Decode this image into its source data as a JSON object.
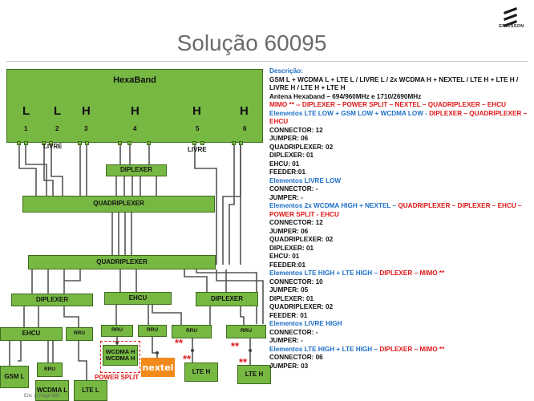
{
  "title": "Solução 60095",
  "logo": {
    "text": "ERICSSON",
    "icon": "ericsson-logo-icon"
  },
  "hexaband": {
    "name": "HexaBand",
    "bands": [
      {
        "letter": "L",
        "num": "1"
      },
      {
        "letter": "L",
        "num": "2"
      },
      {
        "letter": "H",
        "num": "3"
      },
      {
        "letter": "H",
        "num": "4"
      },
      {
        "letter": "H",
        "num": "5"
      },
      {
        "letter": "H",
        "num": "6"
      }
    ]
  },
  "labels": {
    "livre1": "LIVRE",
    "livre2": "LIVRE",
    "diplexer_top": "DIPLEXER",
    "quadriplexer_1": "QUADRIPLEXER",
    "quadriplexer_2": "QUADRIPLEXER",
    "diplexer_left": "DIPLEXER",
    "ehcu_center": "EHCU",
    "diplexer_right": "DIPLEXER",
    "ehcu_left": "EHCU",
    "rru_1": "RRU",
    "rru_2": "RRU",
    "rru_3": "RRU",
    "rru_4": "RRU",
    "rru_5": "RRU",
    "rru_6": "RRU",
    "gsm": "GSM L",
    "wcdma_l": "WCDMA L",
    "lte_l": "LTE L",
    "wcdma_h": "WCDMA H WCDMA H",
    "nextel": "nextel",
    "power_split": "POWER SPLIT",
    "lte_h_1": "LTE H",
    "lte_h_2": "LTE H",
    "stars": "**"
  },
  "description": {
    "heading": "Descrição:",
    "line1": "GSM L + WCDMA L + LTE L / LIVRE L / 2x WCDMA H + NEXTEL / LTE H + LTE H / LIVRE H / LTE H + LTE H",
    "line2": "Antena Hexaband – 694/960MHz  e  1710/2690MHz",
    "mimo": "MIMO ** -- DIPLEXER – POWER SPLIT – NEXTEL – QUADRIPLEXER – EHCU",
    "sec1": "Elementos  LTE LOW + GSM LOW + WCDMA LOW  - ",
    "sec1_red": "DIPLEXER – QUADRIPLEXER – EHCU",
    "s1": [
      " CONNECTOR: 12",
      "JUMPER: 06",
      "QUADRIPLEXER: 02",
      "DIPLEXER: 01",
      "EHCU: 01",
      "FEEDER:01"
    ],
    "sec2": "Elementos  LIVRE LOW",
    "s2": [
      "CONNECTOR: -",
      "JUMPER: -"
    ],
    "sec3": "Elementos  2x WCDMA HIGH + NEXTEL – ",
    "sec3_red": "QUADRIPLEXER – DIPLEXER – EHCU – POWER SPLIT - EHCU",
    "s3": [
      "CONNECTOR: 12",
      "JUMPER: 06",
      "QUADRIPLEXER: 02",
      "DIPLEXER: 01",
      "EHCU: 01",
      "FEEDER:01"
    ],
    "sec4": "Elementos  LTE HIGH + LTE HIGH – ",
    "sec4_red": "DIPLEXER – MIMO **",
    "s4": [
      "CONNECTOR: 10",
      "JUMPER: 05",
      "DIPLEXER: 01",
      "QUADRIPLEXER: 02",
      "FEEDER: 01"
    ],
    "sec5": "Elementos  LIVRE HIGH",
    "s5": [
      "CONNECTOR: -",
      "JUMPER: -"
    ],
    "sec6": "Elementos  LTE HIGH + LTE HIGH – ",
    "sec6_red": "DIPLEXER – MIMO **",
    "s6": [
      "CONNECTOR: 06",
      "JUMPER: 03"
    ]
  },
  "footer": "Eric                       )  |  Page 885"
}
